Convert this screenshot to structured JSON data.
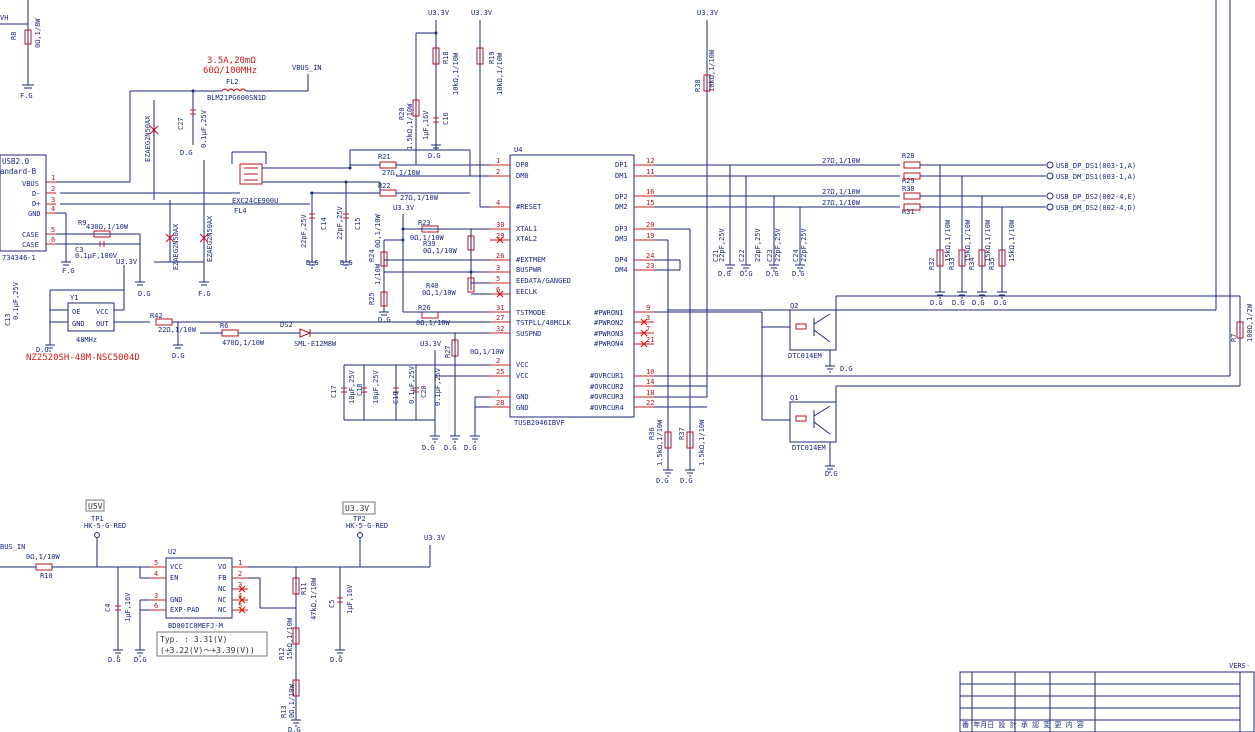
{
  "labels": {
    "fuse_rating": "3.5A,20mΩ",
    "fuse_freq": "60Ω/100MHz",
    "fl2": "FL2",
    "fl2_part": "BLM21PG600SN1D",
    "vbus_in_net": "VBUS_IN",
    "vbus_in_left": "BUS_IN",
    "fl4": "FL4",
    "fl4_part": "EXC24CE900U",
    "esd_part": "EZAEG2N50AX",
    "c27": "C27",
    "c27_val": "0.1μF,25V",
    "c14": "C14",
    "c14_val": "22pF,25V",
    "c15": "C15",
    "c15_val": "22pF,25V",
    "r8": "R8",
    "r8_val": "0Ω,1/8W",
    "vh": "VH",
    "fg": "F.G",
    "dg": "D.G",
    "u33": "U3.3V",
    "conn_title": "USB2.0",
    "conn_sub": "andard-B",
    "conn_vbus": "VBUS",
    "conn_dm": "D-",
    "conn_dp": "D+",
    "conn_gnd": "GND",
    "conn_case": "CASE",
    "conn_part": "734346-1",
    "r9": "R9",
    "r9_val": "430Ω,1/10W",
    "c3": "C3",
    "c3_val": "0.1μF,100V",
    "y1": "Y1",
    "y1_oe": "OE",
    "y1_vcc": "VCC",
    "y1_gnd": "GND",
    "y1_out": "OUT",
    "y1_freq": "48MHz",
    "y1_part": "NZ2520SH-48M-NSC5004D",
    "c13": "C13",
    "c13_val": "0.1μF,25V",
    "r42": "R42",
    "r42_val": "22Ω,1/10W",
    "r6": "R6",
    "r6_val": "470Ω,1/10W",
    "ds2": "DS2",
    "ds2_part": "SML-E12M8W",
    "u4": "U4",
    "u4_part": "TUSB2046IBVF",
    "u4_dp0": "DP0",
    "u4_dm0": "DM0",
    "u4_reset": "#RESET",
    "u4_xtal1": "XTAL1",
    "u4_xtal2": "XTAL2",
    "u4_extmem": "#EXTMEM",
    "u4_buspwr": "BUSPWR",
    "u4_eedata": "EEDATA/GANGED",
    "u4_eeclk": "EECLK",
    "u4_tstmode": "TSTMODE",
    "u4_tstpll": "TSTPLL/48MCLK",
    "u4_suspnd": "SUSPND",
    "u4_vcc": "VCC",
    "u4_gnd": "GND",
    "u4_dp1": "DP1",
    "u4_dm1": "DM1",
    "u4_dp2": "DP2",
    "u4_dm2": "DM2",
    "u4_dp3": "DP3",
    "u4_dm3": "DM3",
    "u4_dp4": "DP4",
    "u4_dm4": "DM4",
    "u4_pwron1": "#PWRON1",
    "u4_pwron2": "#PWRON2",
    "u4_pwron3": "#PWRON3",
    "u4_pwron4": "#PWRON4",
    "u4_ovr1": "#OVRCUR1",
    "u4_ovr2": "#OVRCUR2",
    "u4_ovr3": "#OVRCUR3",
    "u4_ovr4": "#OVRCUR4",
    "r21": "R21",
    "r22": "R22",
    "r21_val": "27Ω,1/10W",
    "r22_val": "27Ω,1/10W",
    "r20": "R20",
    "r20_val": "1.5kΩ,1/10W",
    "c16": "C16",
    "c16_val": "1μF,16V",
    "r18": "R18",
    "r18_val": "10kΩ,1/10W",
    "r19": "R19",
    "r19_val": "10kΩ,1/10W",
    "r23": "R23",
    "r23_val": "0Ω,1/10W",
    "r39": "R39",
    "r39_val": "0Ω,1/10W",
    "r24": "R24",
    "r24_val": "0Ω,1/10W",
    "r25": "R25",
    "r25_val": "1/10W",
    "r40": "R40",
    "r40_val": "0Ω,1/10W",
    "r26": "R26",
    "r26_val": "0Ω,1/10W",
    "r27": "R27",
    "r27_val": "0Ω,1/10W",
    "c17": "C17",
    "c18": "C18",
    "c19": "C19",
    "c20": "C20",
    "c17_val": "10μF,25V",
    "c18_val": "10μF,25V",
    "c19_val": "0.1μF,25V",
    "c20_val": "0.1μF,25V",
    "r38": "R38",
    "r38_val": "10kΩ,1/10W",
    "r36": "R36",
    "r37": "R37",
    "r36_val": "1.5kΩ,1/10W",
    "r37_val": "1.5kΩ,1/10W",
    "c21": "C21",
    "c22": "C22",
    "c23": "C23",
    "c24": "C24",
    "cap22p": "22pF,25V",
    "r28": "R28",
    "r29": "R29",
    "r30": "R30",
    "r31": "R31",
    "r28_val": "27Ω,1/10W",
    "r30_val": "27Ω,1/10W",
    "out_ds1p": "USB_DP_DS1(003-1,A)",
    "out_ds1m": "USB_DM_DS1(003-1,A)",
    "out_ds2p": "USB_DP_DS2(002-4,E)",
    "out_ds2m": "USB_DM_DS2(002-4,D)",
    "r32": "R32",
    "r33": "R33",
    "r34": "R34",
    "r35": "R35",
    "r15k": "15kΩ,1/10W",
    "q1": "Q1",
    "q2": "Q2",
    "q_part": "DTC014EM",
    "r7": "R7",
    "r7_val": "100Ω,1/2W",
    "u5v_box": "U5V",
    "u33_box": "U3.3V",
    "tp1": "TP1",
    "tp2": "TP2",
    "tp_part": "HK-5-G-RED",
    "r10": "R10",
    "r10_val": "0Ω,1/10W",
    "u2": "U2",
    "u2_vcc": "VCC",
    "u2_en": "EN",
    "u2_gnd": "GND",
    "u2_exp": "EXP-PAD",
    "u2_vo": "VO",
    "u2_fb": "FB",
    "u2_nc": "NC",
    "u2_part": "BD00IC0MEFJ-M",
    "c4": "C4",
    "c4_val": "1μF,16V",
    "c5": "C5",
    "c5_val": "1μF,16V",
    "r11": "R11",
    "r11_val": "47kΩ,1/10W",
    "r12": "R12",
    "r12_val": "15kΩ,1/10W",
    "r13": "R13",
    "r13_val": "0Ω,1/10W",
    "typ_line1": "Typ.  : 3.31(V)",
    "typ_line2": "(+3.22(V)～+3.39(V))",
    "vers": "VERS-",
    "tb_hdr": "番 年月日  設 計   承 認      変   更   内   容"
  },
  "pins": {
    "u4_left": [
      "1",
      "2",
      "4",
      "30",
      "29",
      "26",
      "3",
      "5",
      "6",
      "31",
      "27",
      "32",
      "2",
      "25",
      "7",
      "28"
    ],
    "u4_right": [
      "12",
      "11",
      "16",
      "15",
      "20",
      "19",
      "24",
      "23",
      "9",
      "3",
      "7",
      "21",
      "10",
      "14",
      "18",
      "22"
    ],
    "u2_left": [
      "5",
      "4",
      "3",
      "6"
    ],
    "u2_right": [
      "1",
      "2",
      "3",
      "4",
      "5"
    ],
    "conn": [
      "1",
      "2",
      "3",
      "4",
      "5",
      "6"
    ]
  },
  "colors": {
    "wire": "#18287c",
    "part": "#b4141e",
    "annotation": "#d01818"
  }
}
